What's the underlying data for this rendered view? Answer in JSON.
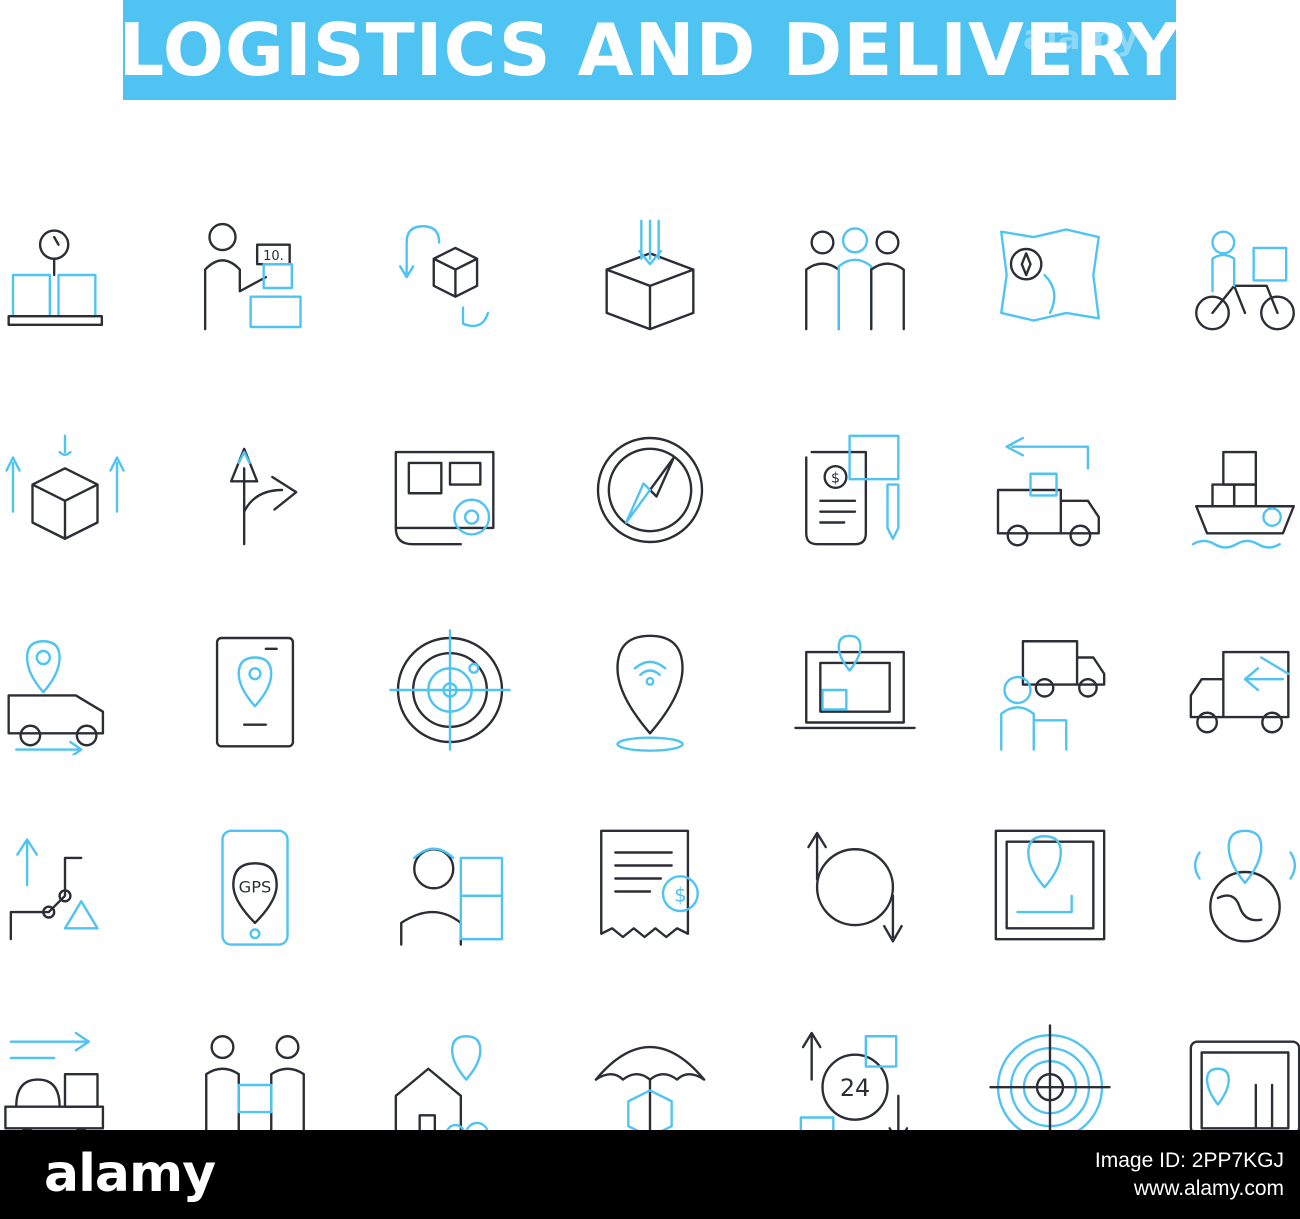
{
  "title": "LOGISTICS AND DELIVERY",
  "watermark": "alamy",
  "colors": {
    "accent": "#4fc3f2",
    "line": "#2b2f35",
    "footer": "#000000"
  },
  "icons": [
    [
      "scale-boxes-icon",
      "worker-parcel-icon",
      "box-return-arrows-icon",
      "open-box-arrows-icon",
      "team-workers-icon",
      "map-compass-icon",
      "bicycle-courier-icon"
    ],
    [
      "crane-box-lift-icon",
      "split-route-arrows-icon",
      "blueprint-eye-icon",
      "compass-icon",
      "invoice-pen-icon",
      "truck-return-icon",
      "cargo-ship-icon"
    ],
    [
      "van-location-icon",
      "tablet-location-icon",
      "radar-icon",
      "wifi-location-pin-icon",
      "laptop-map-icon",
      "driver-truck-icon",
      "delivery-truck-arrow-icon"
    ],
    [
      "route-arrows-icon",
      "phone-gps-icon",
      "delivery-man-boxes-icon",
      "receipt-dollar-icon",
      "circular-arrows-icon",
      "map-route-pin-icon",
      "globe-location-icon"
    ],
    [
      "cart-fast-delivery-icon",
      "package-handover-icon",
      "house-location-icon",
      "umbrella-package-icon",
      "24h-service-icon",
      "target-icon",
      "map-device-icon"
    ]
  ],
  "icon_labels": {
    "gps": "GPS",
    "twentyfour": "24",
    "dollar": "$",
    "ten": "10."
  },
  "footer": {
    "logo": "alamy",
    "image_id_label": "Image ID: 2PP7KGJ",
    "site": "www.alamy.com"
  }
}
